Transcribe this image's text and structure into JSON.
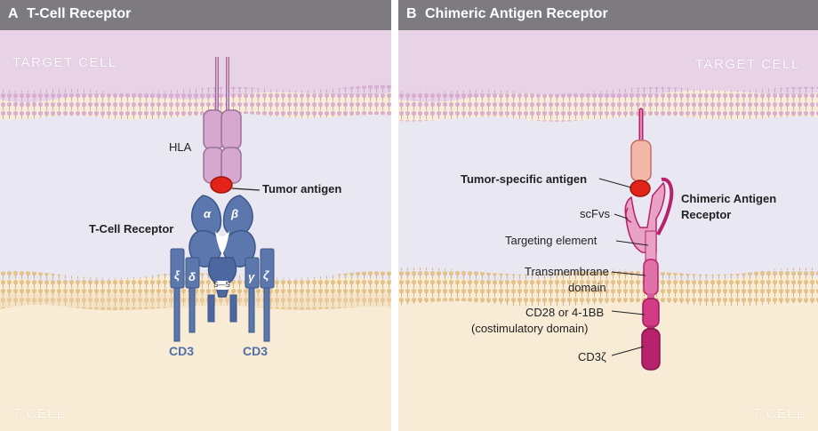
{
  "panel_a": {
    "letter": "A",
    "title": "T-Cell Receptor",
    "target_cell": "TARGET CELL",
    "t_cell": "T CELL",
    "hla": "HLA",
    "tumor_antigen": "Tumor antigen",
    "tcr": "T-Cell Receptor",
    "alpha": "α",
    "beta": "β",
    "xi": "ξ",
    "delta": "δ",
    "gamma": "γ",
    "zeta": "ζ",
    "ss": "S—S",
    "cd3_left": "CD3",
    "cd3_right": "CD3"
  },
  "panel_b": {
    "letter": "B",
    "title": "Chimeric Antigen Receptor",
    "target_cell": "TARGET CELL",
    "t_cell": "T CELL",
    "tumor_specific_antigen": "Tumor-specific antigen",
    "car_line1": "Chimeric Antigen",
    "car_line2": "Receptor",
    "scfvs": "scFvs",
    "targeting": "Targeting element",
    "transmembrane_line1": "Transmembrane",
    "transmembrane_line2": "domain",
    "costim_line1": "CD28 or 4-1BB",
    "costim_line2": "(costimulatory domain)",
    "cd3z": "CD3ζ"
  },
  "colors": {
    "header": "#7d7b80",
    "target_cell": "#e8d2e6",
    "extracellular": "#e9e8f2",
    "membrane": "#eed7b2",
    "t_cell": "#f8ecd6",
    "hla": "#d7a8cf",
    "antigen": "#e2231a",
    "tcr": "#5b77ad",
    "car_pink": "#d96aa6",
    "car_dark": "#b8216b"
  }
}
